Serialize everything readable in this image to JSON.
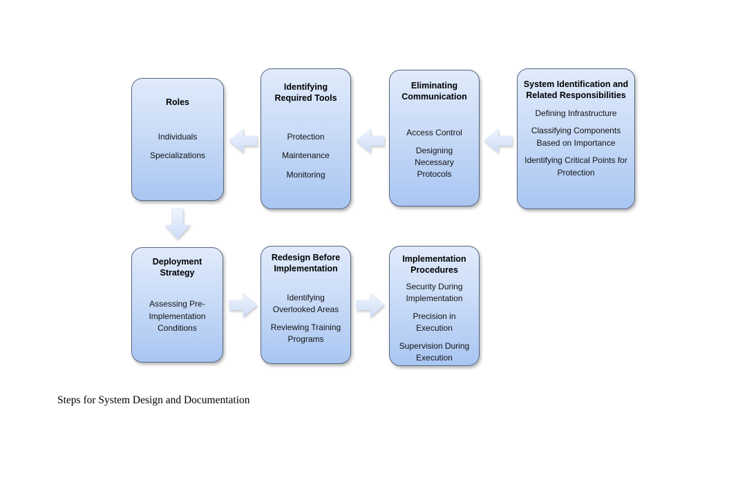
{
  "caption": "Steps for System Design and Documentation",
  "colors": {
    "background": "#ffffff",
    "box_gradient_top": "#e0ebfb",
    "box_gradient_bottom": "#a9c6f2",
    "box_border": "#56657f",
    "arrow_gradient_top": "#f0f5fe",
    "arrow_gradient_bottom": "#ccdcf7",
    "title_text": "#000000",
    "body_text": "#111111"
  },
  "icons": {
    "arrow_left": "block-arrow-left-icon",
    "arrow_right": "block-arrow-right-icon",
    "arrow_down": "block-arrow-down-icon"
  },
  "boxes": [
    {
      "title": "Roles",
      "items": [
        "Individuals",
        "Specializations"
      ]
    },
    {
      "title": "Identifying Required Tools",
      "items": [
        "Protection",
        "Maintenance",
        "Monitoring"
      ]
    },
    {
      "title": "Eliminating Communication",
      "items": [
        "Access Control",
        "Designing Necessary Protocols"
      ]
    },
    {
      "title": "System Identification and Related Responsibilities",
      "items": [
        "Defining Infrastructure",
        "Classifying Components Based on Importance",
        "Identifying Critical Points for Protection"
      ]
    },
    {
      "title": "Deployment Strategy",
      "items": [
        "Assessing Pre-Implementation Conditions"
      ]
    },
    {
      "title": "Redesign Before Implementation",
      "items": [
        "Identifying Overlooked Areas",
        "Reviewing Training Programs"
      ]
    },
    {
      "title": "Implementation Procedures",
      "items": [
        "Security During Implementation",
        "Precision in Execution",
        "Supervision During Execution"
      ]
    }
  ]
}
